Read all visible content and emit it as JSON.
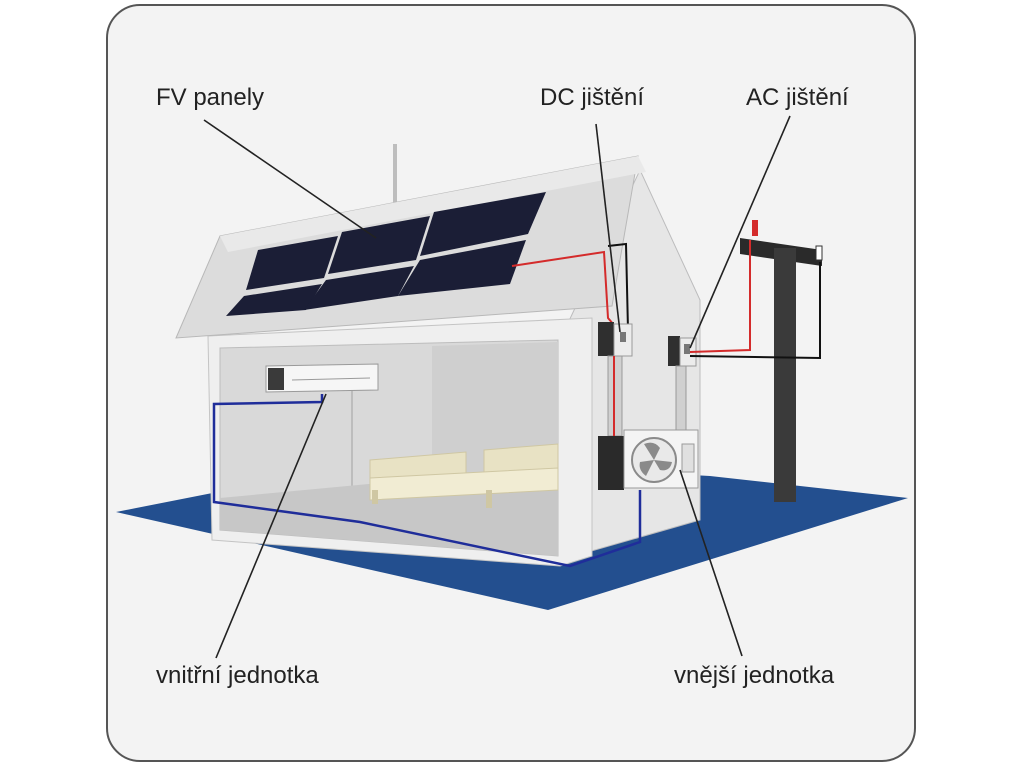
{
  "labels": {
    "pv_panels": "FV panely",
    "dc_protection": "DC jištění",
    "ac_protection": "AC jištění",
    "indoor_unit": "vnitřní jednotka",
    "outdoor_unit": "vnější jednotka"
  },
  "colors": {
    "frame_bg": "#f3f3f3",
    "ground": "#234f8f",
    "panel": "#1b1e36",
    "dc_cable": "#d42b2b",
    "indoor_pipe": "#1f2d9a",
    "cable_black": "#111111"
  }
}
